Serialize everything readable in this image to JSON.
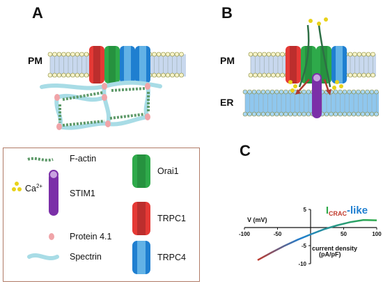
{
  "panels": {
    "a": {
      "letter": "A",
      "pm_label": "PM"
    },
    "b": {
      "letter": "B",
      "pm_label": "PM",
      "er_label": "ER"
    },
    "c": {
      "letter": "C"
    }
  },
  "legend": {
    "f_actin": "F-actin",
    "ca_base": "Ca",
    "ca_sup": "2+",
    "stim1": "STIM1",
    "protein41": "Protein 4.1",
    "spectrin": "Spectrin",
    "orai1": "Orai1",
    "trpc1": "TRPC1",
    "trpc4": "TRPC4"
  },
  "colors": {
    "trpc1": "#e53935",
    "orai1": "#2eaa4a",
    "trpc4": "#1f7fd0",
    "stim1": "#7b2fa8",
    "calcium": "#e8d21a",
    "actin": "#5f9a6a",
    "spectrin": "#a8dce6",
    "protein41": "#f0a4a8",
    "arrow": "#b03a2e",
    "legend_border": "#b07a66"
  },
  "chart_data": {
    "type": "line",
    "title_main": "I",
    "title_sub": "CRAC",
    "title_suffix": "-like",
    "xlabel": "V (mV)",
    "ylabel_line1": "current density",
    "ylabel_line2": "(pA/pF)",
    "xlim": [
      -100,
      100
    ],
    "ylim": [
      -10,
      5
    ],
    "x_ticks": [
      -100,
      -50,
      50,
      100
    ],
    "y_ticks": [
      5,
      -5,
      -10
    ],
    "x_tick_labels": [
      "-100",
      "-50",
      "50",
      "100"
    ],
    "y_tick_labels": [
      "5",
      "-5",
      "-10"
    ],
    "series": [
      {
        "x": [
          -80,
          -60,
          -40,
          -20,
          0,
          20,
          40,
          60,
          80,
          100
        ],
        "y": [
          -9.0,
          -7.0,
          -5.1,
          -3.4,
          -1.9,
          -0.5,
          0.6,
          1.5,
          2.1,
          2.0
        ]
      }
    ]
  }
}
